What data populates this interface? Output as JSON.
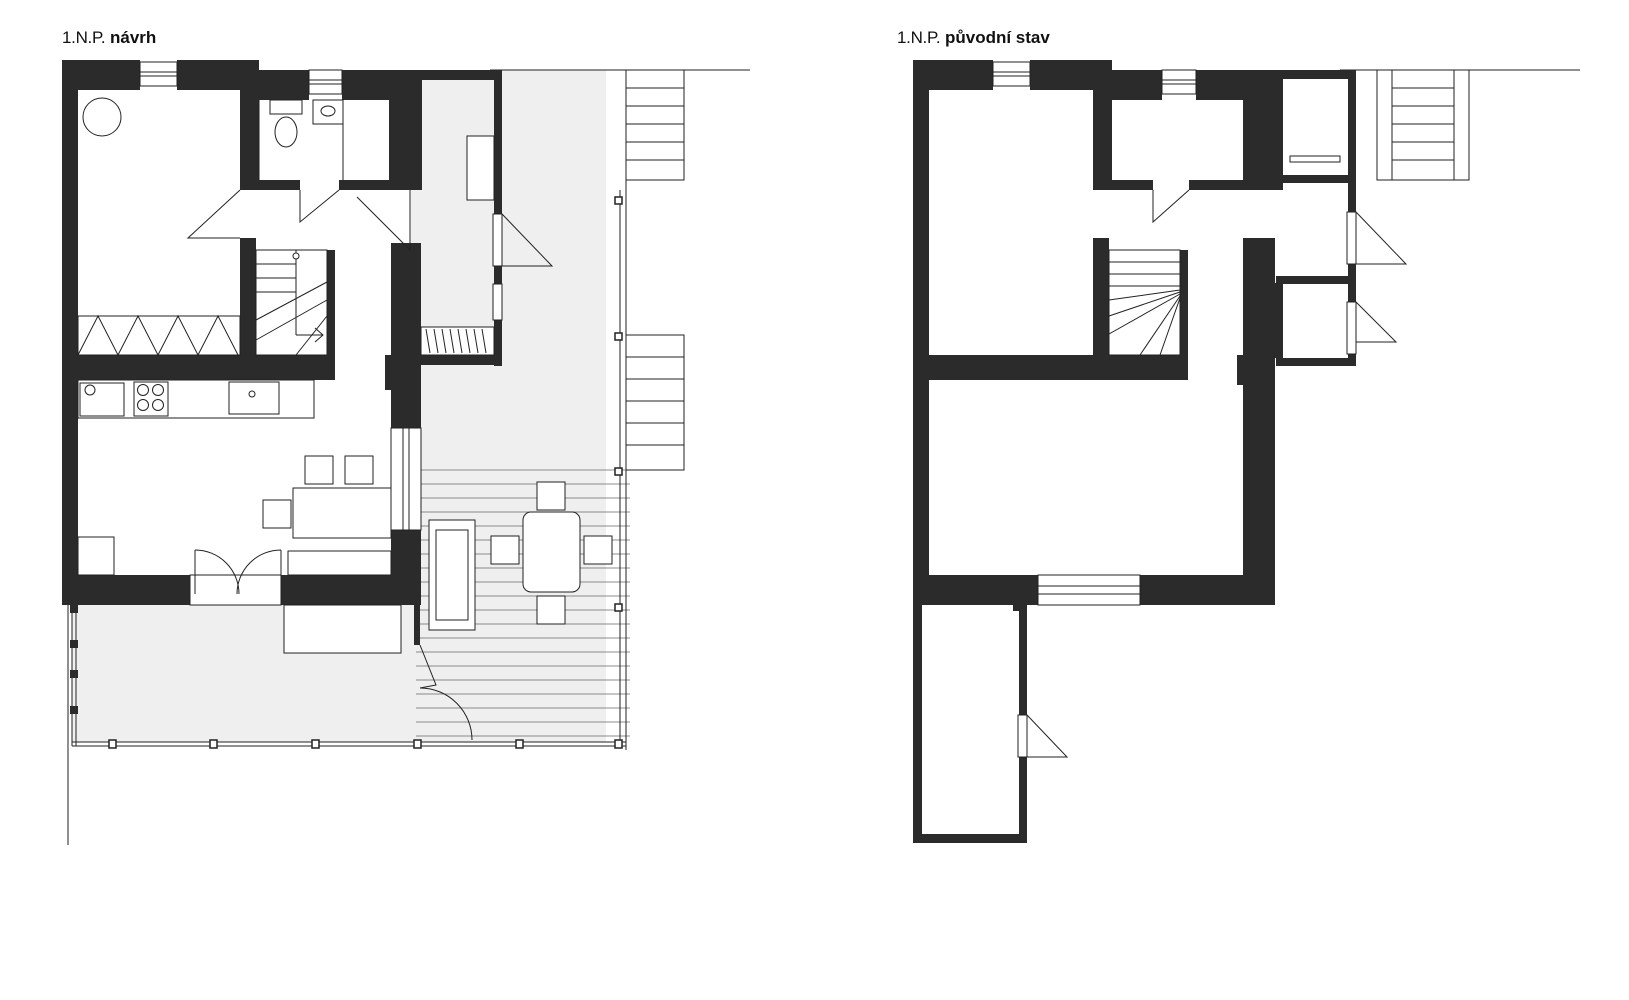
{
  "plans": [
    {
      "prefix": "1.N.P.",
      "name": "návrh"
    },
    {
      "prefix": "1.N.P.",
      "name": "původní stav"
    }
  ]
}
